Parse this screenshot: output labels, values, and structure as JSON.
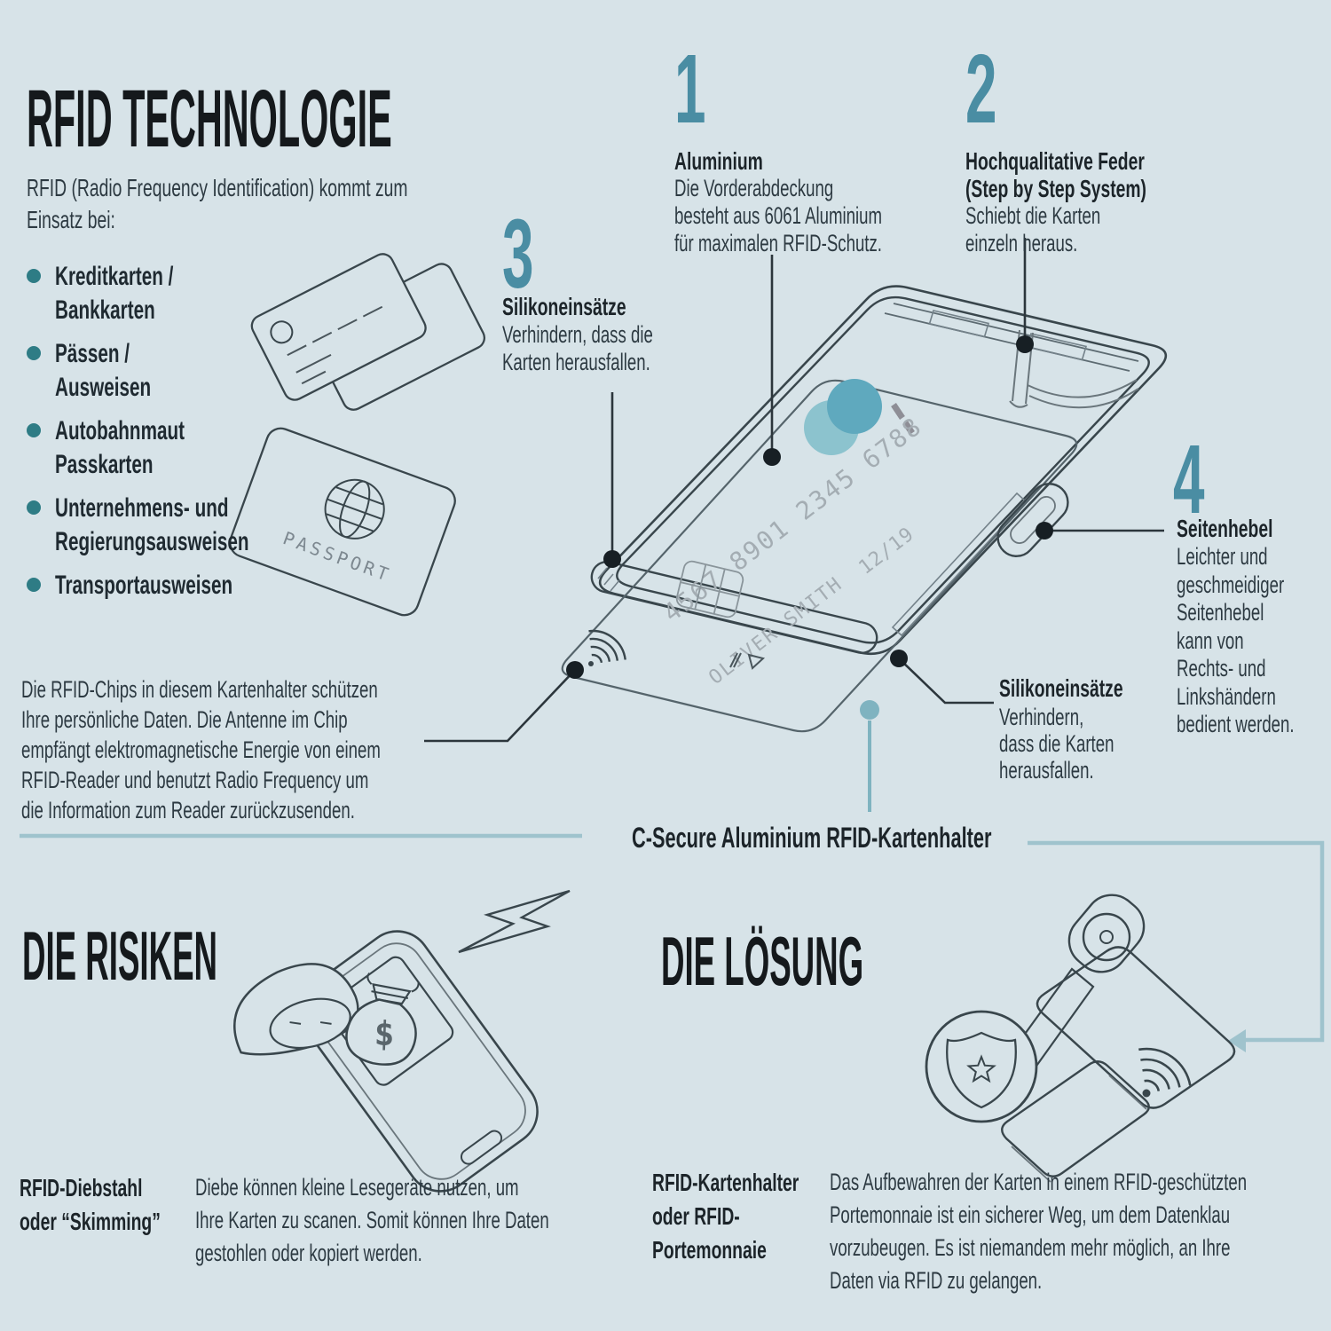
{
  "palette": {
    "bg": "#d7e3e8",
    "accent": "#4a8da3",
    "bullet": "#2e7c85",
    "line": "#39464c",
    "teal_light": "#9fc3cd"
  },
  "header": {
    "title": "RFID TECHNOLOGIE",
    "intro": "RFID (Radio Frequency Identification) kommt zum\nEinsatz bei:"
  },
  "bullets": [
    {
      "text": "Kreditkarten /\nBankkarten"
    },
    {
      "text": "Pässen /\nAusweisen"
    },
    {
      "text": "Autobahnmaut\nPasskarten"
    },
    {
      "text": "Unternehmens- und\nRegierungsausweisen"
    },
    {
      "text": "Transportausweisen"
    }
  ],
  "rfid_paragraph": "Die RFID-Chips in diesem Kartenhalter schützen\nIhre persönliche Daten. Die Antenne im Chip\nempfängt elektromagnetische Energie von einem\nRFID-Reader und benutzt Radio Frequency um\ndie Information zum Reader zurückzusenden.",
  "features": [
    {
      "num": "1",
      "title": "Aluminium",
      "body": "Die Vorderabdeckung\nbesteht aus 6061 Aluminium\nfür maximalen RFID-Schutz."
    },
    {
      "num": "2",
      "title": "Hochqualitative Feder\n(Step by Step System)",
      "body": "Schiebt die Karten\neinzeln heraus."
    },
    {
      "num": "3",
      "title": "Silikoneinsätze",
      "body": "Verhindern, dass die\nKarten herausfallen."
    },
    {
      "num": "4",
      "title": "Seitenhebel",
      "body": "Leichter und\ngeschmeidiger\nSeitenhebel\nkann von\nRechts- und\nLinkshändern\nbedient werden."
    }
  ],
  "silicone_note": {
    "title": "Silikoneinsätze",
    "body": "Verhindern,\ndass die Karten\nherausfallen."
  },
  "product_label": "C-Secure Aluminium RFID-Kartenhalter",
  "card": {
    "number": "4567 8901 2345 6788",
    "holder": "OLIVER SMITH",
    "valid": "12/19"
  },
  "passport_label": "PASSPORT",
  "risk": {
    "heading": "DIE RISIKEN",
    "term": "RFID-Diebstahl\noder “Skimming”",
    "desc": "Diebe können kleine Lesegeräte nutzen, um\nIhre Karten zu scanen. Somit können Ihre Daten\ngestohlen oder kopiert werden.",
    "money_symbol": "$"
  },
  "solution": {
    "heading": "DIE LÖSUNG",
    "term": "RFID-Kartenhalter\noder RFID-\nPortemonnaie",
    "desc": "Das Aufbewahren der Karten in einem RFID-geschützten\nPortemonnaie ist ein sicherer Weg, um dem Datenklau\nvorzubeugen. Es ist niemandem mehr möglich, an Ihre\nDaten via RFID zu gelangen."
  }
}
